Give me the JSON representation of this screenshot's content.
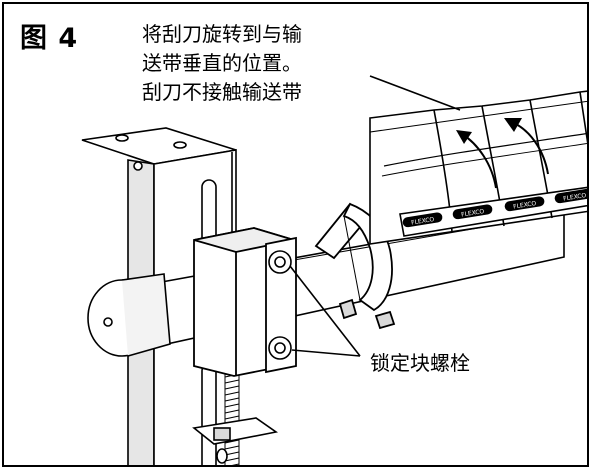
{
  "figure": {
    "label": "图 4",
    "instruction_lines": [
      "将刮刀旋转到与输",
      "送带垂直的位置。",
      "刮刀不接触输送带"
    ],
    "callout_label": "锁定块螺栓",
    "blade_logo_text": "FLEXCO"
  },
  "colors": {
    "ink": "#000000",
    "paper": "#ffffff",
    "shade": "#d9d9d9",
    "dark_shade": "#9a9a9a"
  }
}
